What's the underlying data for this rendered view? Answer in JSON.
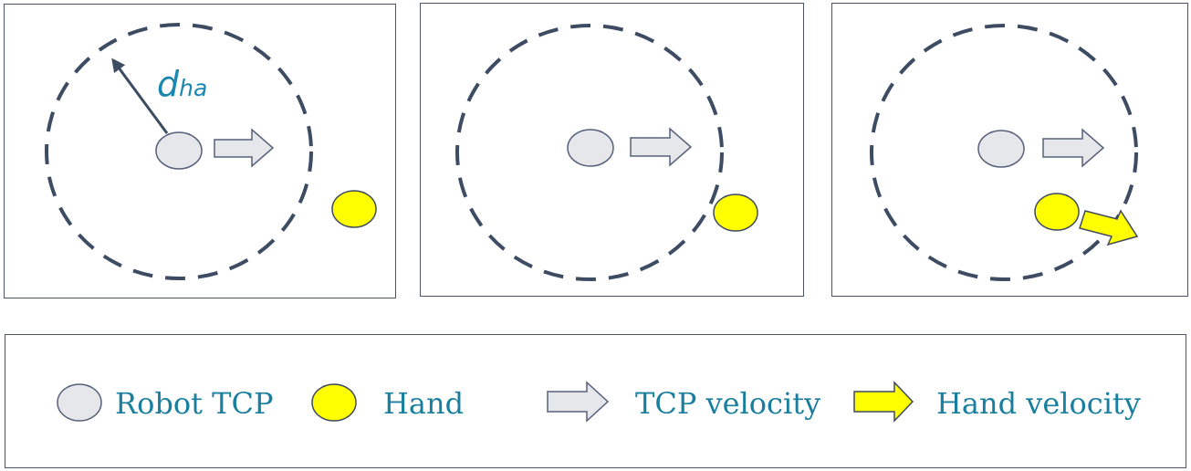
{
  "annotation": {
    "distance_main": "d",
    "distance_sub": "ha"
  },
  "legend": {
    "robot_tcp": "Robot TCP",
    "hand": "Hand",
    "tcp_velocity": "TCP velocity",
    "hand_velocity": "Hand velocity"
  },
  "colors": {
    "tcp_fill": "#e6e7ea",
    "tcp_stroke": "#56607a",
    "hand_fill": "#ffff00",
    "hand_stroke": "#3f4a5c",
    "circle_stroke": "#3e4c63",
    "text": "#1a7f9e"
  }
}
